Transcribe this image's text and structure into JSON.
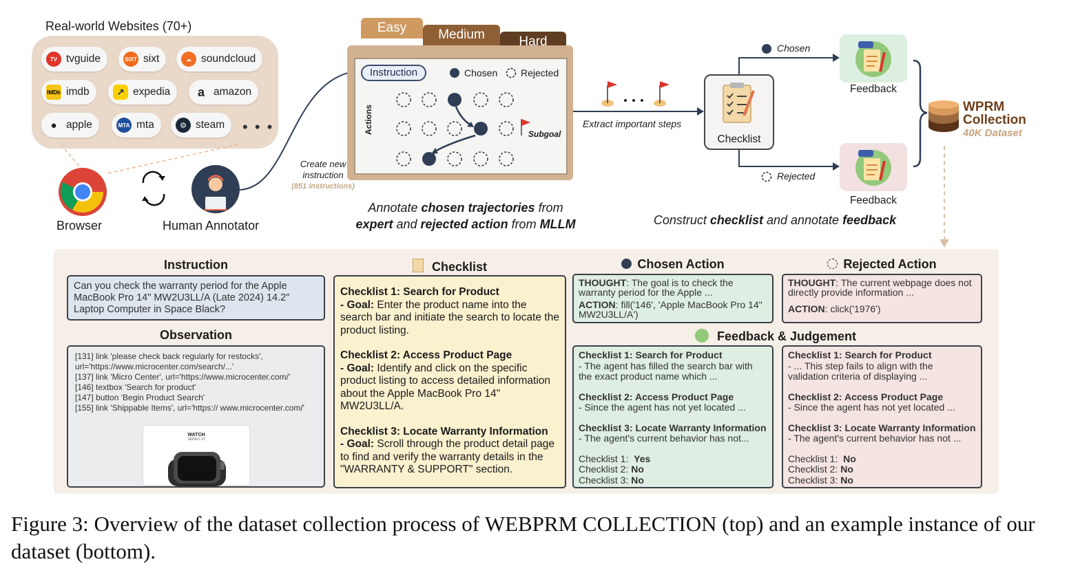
{
  "top": {
    "sites_title": "Real-world Websites (70+)",
    "sites": [
      {
        "name": "tvguide",
        "icon": "tvguide-icon",
        "color": "#e0342b"
      },
      {
        "name": "sixt",
        "icon": "sixt-icon",
        "color": "#f26a1b"
      },
      {
        "name": "soundcloud",
        "icon": "soundcloud-icon",
        "color": "#f26f23"
      },
      {
        "name": "imdb",
        "icon": "imdb-icon",
        "color": "#f5c518"
      },
      {
        "name": "expedia",
        "icon": "expedia-icon",
        "color": "#fbd003"
      },
      {
        "name": "amazon",
        "icon": "amazon-icon",
        "color": "#222222"
      },
      {
        "name": "apple",
        "icon": "apple-icon",
        "color": "#333333"
      },
      {
        "name": "mta",
        "icon": "mta-icon",
        "color": "#1f4f9c"
      },
      {
        "name": "steam",
        "icon": "steam-icon",
        "color": "#1b2838"
      }
    ],
    "more": "• • •",
    "browser_label": "Browser",
    "annotator_label": "Human Annotator",
    "create_instruction": "Create new instruction",
    "instruction_count": "(851 Instructions)",
    "tabs": [
      "Easy",
      "Medium",
      "Hard"
    ],
    "instruction_pill": "Instruction",
    "legend_chosen": "Chosen",
    "legend_rejected": "Rejected",
    "actions_label": "Actions",
    "subgoal_label": "Subgoal",
    "annotate_caption": {
      "p1": "Annotate ",
      "p2": "chosen trajectories",
      "p3": " from ",
      "p4": "expert",
      "p5": " and ",
      "p6": "rejected action",
      "p7": " from ",
      "p8": "MLLM"
    },
    "extract_label": "Extract important steps",
    "checklist_label": "Checklist",
    "chosen_label": "Chosen",
    "rejected_label": "Rejected",
    "feedback_label": "Feedback",
    "construct_caption": {
      "p1": "Construct ",
      "p2": "checklist",
      "p3": " and annotate ",
      "p4": "feedback"
    },
    "wprm_title_1": "WPRM",
    "wprm_title_2": "Collection",
    "wprm_sub": "40K Dataset"
  },
  "bottom": {
    "instruction_head": "Instruction",
    "instruction_text": "Can you check the warranty period for the Apple MacBook Pro 14\" MW2U3LL/A (Late 2024) 14.2\" Laptop Computer in Space Black?",
    "observation_head": "Observation",
    "observation_lines": [
      "[131] link 'please check back regularly for restocks', url='https://www.microcenter.com/search/...'",
      "[137] link 'Micro Center', url='https://www.microcenter.com/'",
      "[146] textbox 'Search for product'",
      "[147] button 'Begin Product Search'",
      "[155] link 'Shippable Items', url='https:// www.microcenter.com/'"
    ],
    "obs_shot_title": "WATCH",
    "obs_shot_sub": "SERIES 10",
    "checklist_head": "Checklist",
    "checklist_items": [
      {
        "title": "Checklist 1: Search for Product",
        "goal_label": "- Goal:",
        "goal": " Enter the product name into the search bar and initiate the search to locate the product listing."
      },
      {
        "title": "Checklist 2: Access Product Page",
        "goal_label": "- Goal:",
        "goal": " Identify and click on the specific product listing to access detailed information about the Apple MacBook Pro 14\" MW2U3LL/A."
      },
      {
        "title": "Checklist 3: Locate Warranty Information",
        "goal_label": "- Goal:",
        "goal": " Scroll through the product detail page to find and verify the warranty details in the \"WARRANTY & SUPPORT\" section."
      }
    ],
    "chosen_head": "Chosen Action",
    "chosen_thought_label": "THOUGHT",
    "chosen_thought": ": The goal is to check the warranty period for the Apple ...",
    "chosen_action_label": "ACTION",
    "chosen_action": ": fill('146', 'Apple MacBook Pro 14\" MW2U3LL/A')",
    "rejected_head": "Rejected Action",
    "rejected_thought_label": "THOUGHT",
    "rejected_thought": ": The current webpage does not directly provide information ...",
    "rejected_action_label": "ACTION",
    "rejected_action": ": click('1976')",
    "fbj_head": "Feedback & Judgement",
    "fbj_left": [
      {
        "title": "Checklist 1: Search for Product",
        "text": "- The agent has filled the search bar with the exact product name which ..."
      },
      {
        "title": "Checklist 2: Access Product Page",
        "text": "- Since the agent has not yet located ..."
      },
      {
        "title": "Checklist 3: Locate Warranty Information",
        "text": "- The agent's current behavior has not..."
      }
    ],
    "fbj_left_judge": [
      {
        "label": "Checklist 1:",
        "value": "Yes"
      },
      {
        "label": "Checklist 2:",
        "value": "No"
      },
      {
        "label": "Checklist 3:",
        "value": "No"
      }
    ],
    "fbj_right": [
      {
        "title": "Checklist 1: Search for Product",
        "text": "- ... This step fails to align with the validation criteria of displaying ..."
      },
      {
        "title": "Checklist 2: Access Product Page",
        "text": "- Since the agent has not yet located ..."
      },
      {
        "title": "Checklist 3: Locate Warranty Information",
        "text": "- The agent's current behavior has not ..."
      }
    ],
    "fbj_right_judge": [
      {
        "label": "Checklist 1:",
        "value": "No"
      },
      {
        "label": "Checklist 2:",
        "value": "No"
      },
      {
        "label": "Checklist 3:",
        "value": "No"
      }
    ]
  },
  "caption": {
    "p1": "Figure 3: Overview of the dataset collection process of ",
    "p2": "WEBPRM COLLECTION",
    "p3": " (top) and an example instance of our dataset (bottom)."
  }
}
